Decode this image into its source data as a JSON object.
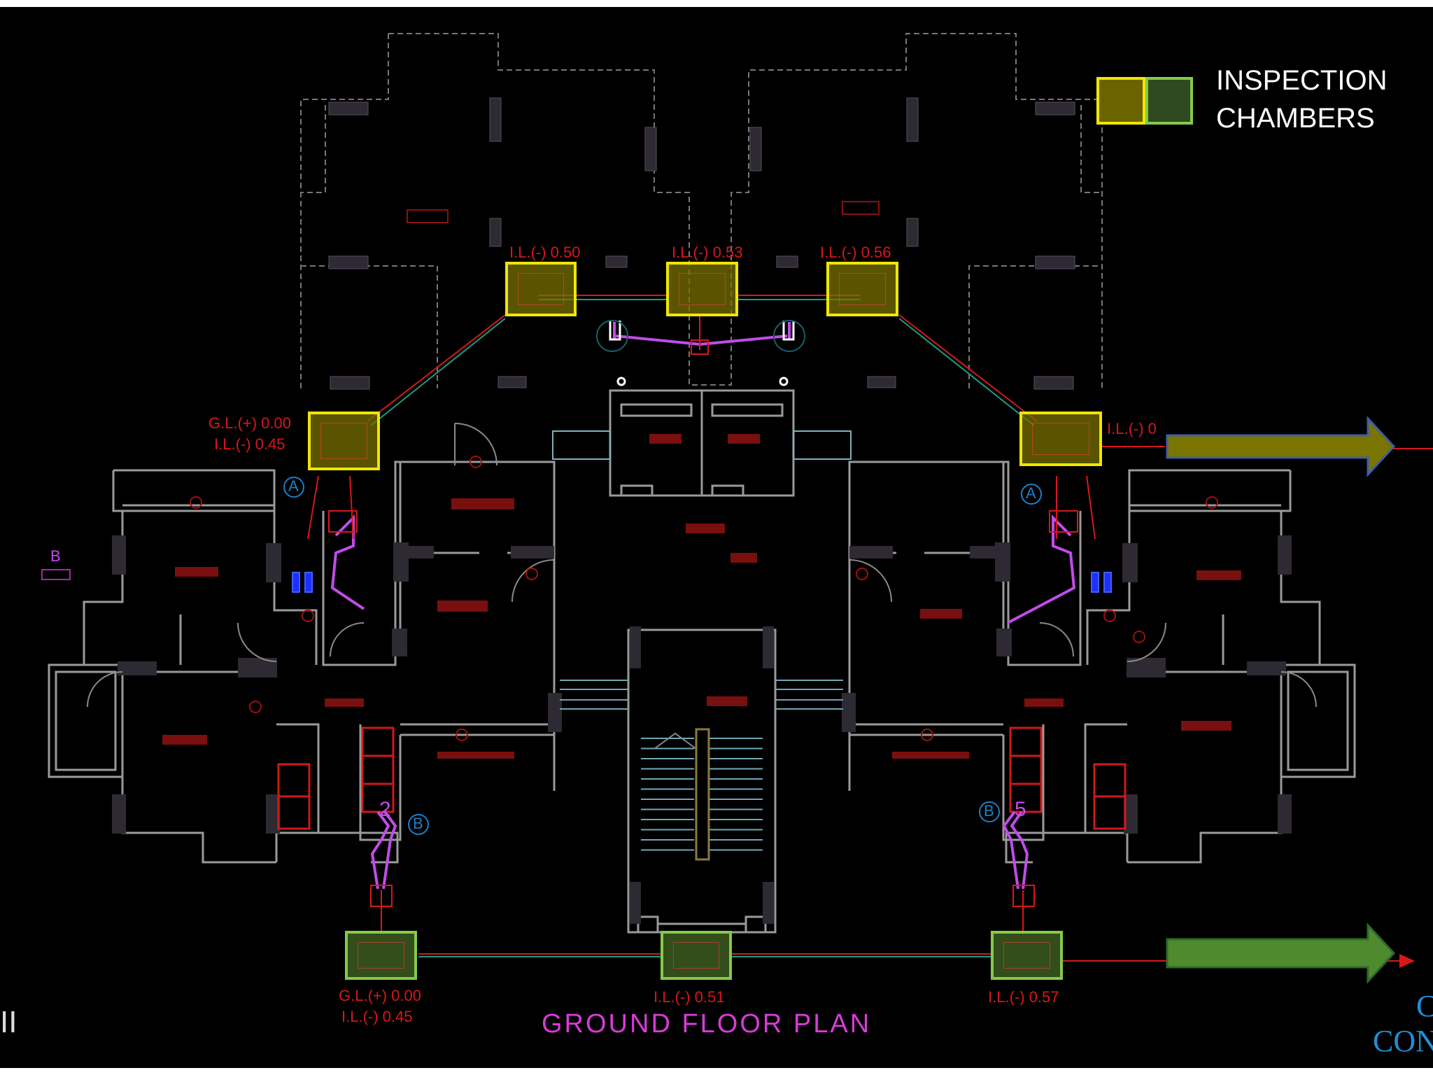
{
  "legend": {
    "line1": "INSPECTION",
    "line2": "CHAMBERS",
    "colors": {
      "yellow_chamber": "#f0e600",
      "green_chamber": "#86c94a"
    }
  },
  "title": "GROUND  FLOOR  PLAN",
  "levels": {
    "top_left": "I.L.(-) 0.50",
    "top_center": "I.L.(-) 0.53",
    "top_right": "I.L.(-) 0.56",
    "mid_left_gl": "G.L.(+) 0.00",
    "mid_left_il": "I.L.(-) 0.45",
    "mid_right_partial": "I.L.(-) 0",
    "bottom_left_gl": "G.L.(+) 0.00",
    "bottom_left_il": "I.L.(-) 0.45",
    "bottom_center": "I.L.(-) 0.51",
    "bottom_right": "I.L.(-) 0.57"
  },
  "markers": {
    "a_left": "A",
    "a_right": "A",
    "b_left_bottom": "B",
    "b_right_bottom": "B",
    "b_far_left": "B",
    "stack_2": "2",
    "stack_5": "5"
  },
  "edge_text": {
    "right_top": "C",
    "right_bottom": "CON",
    "left_bottom": "II"
  }
}
